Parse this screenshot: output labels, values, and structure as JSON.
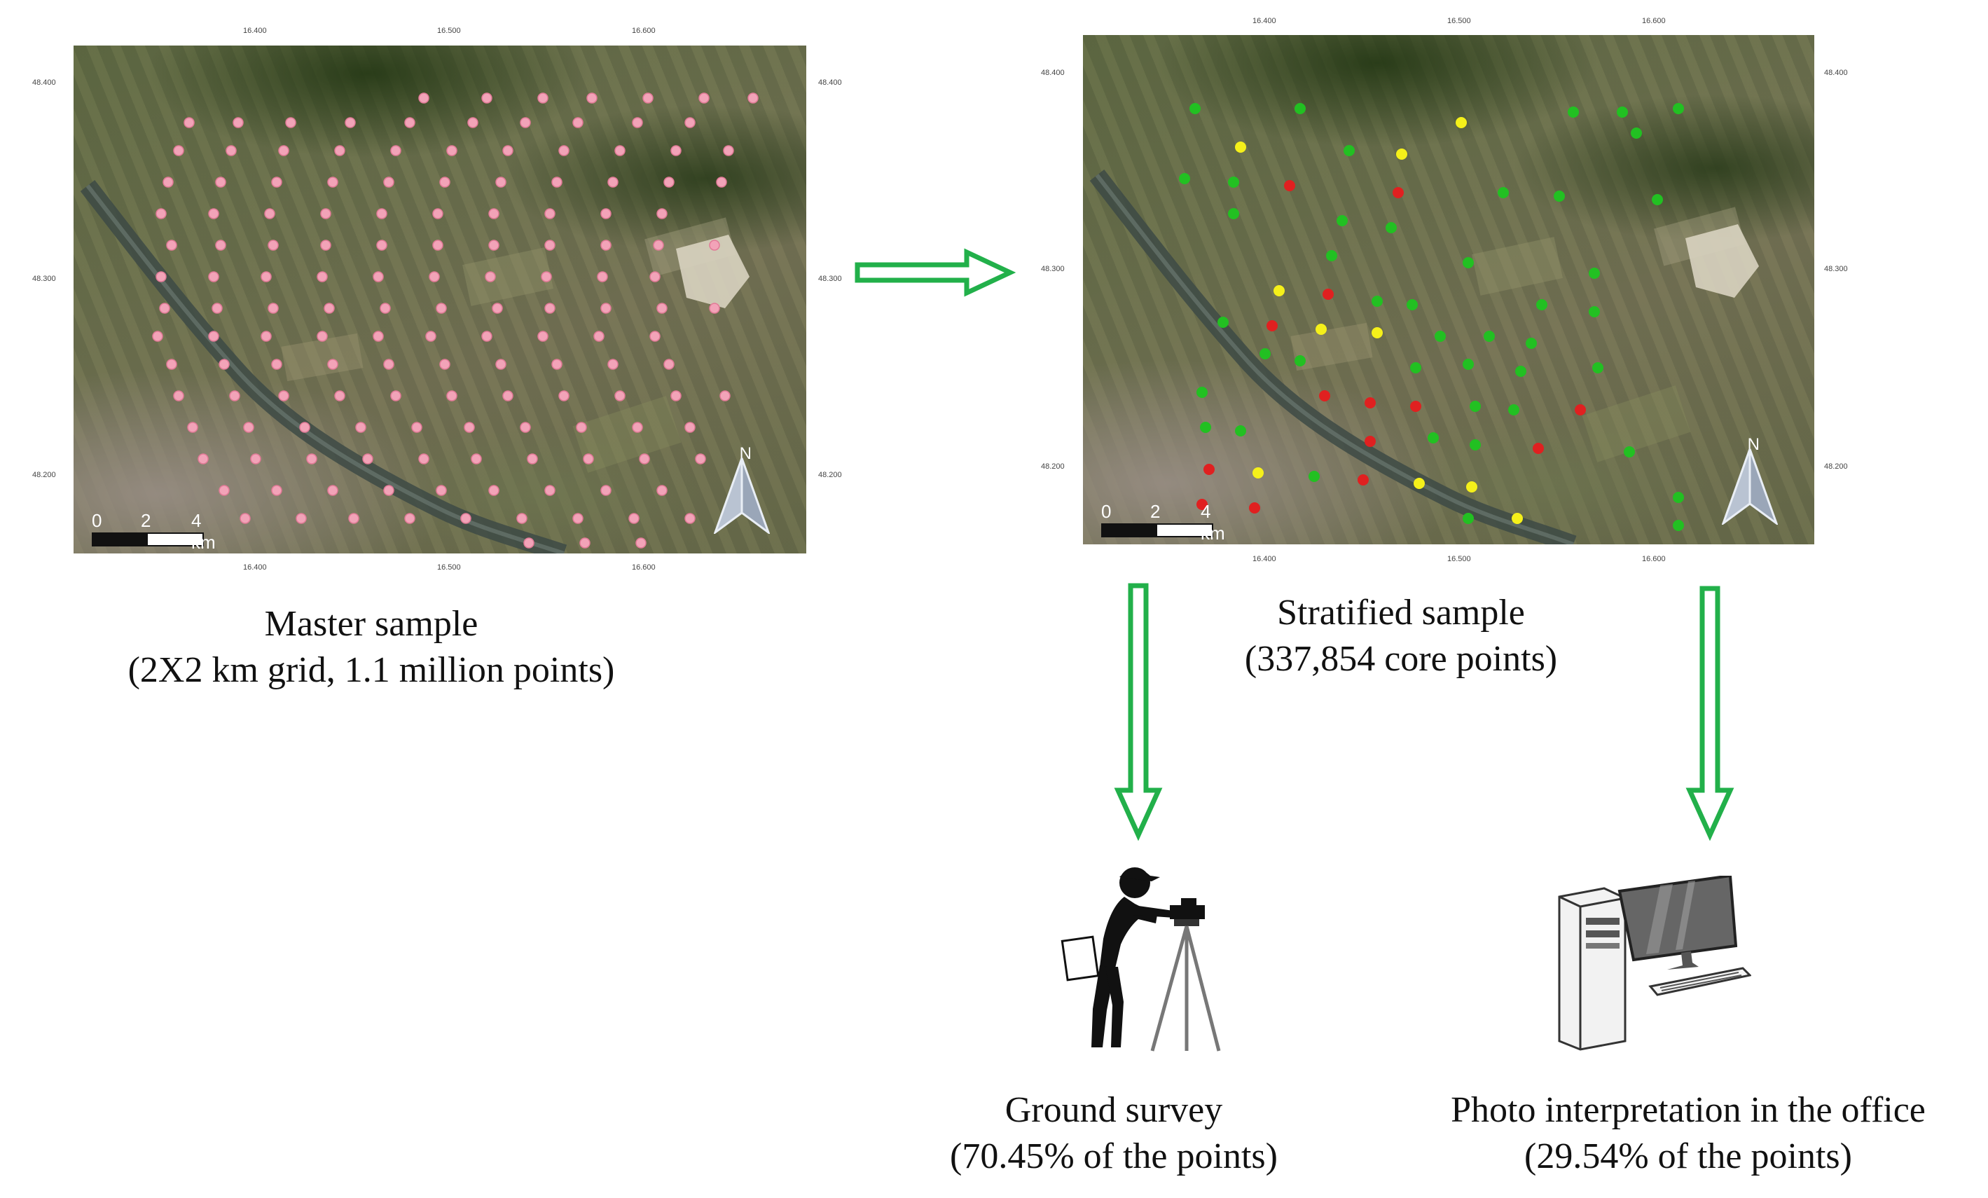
{
  "master": {
    "caption_line1": "Master sample",
    "caption_line2": "(2X2 km grid, 1.1 million points)",
    "point_color": "#f2a3b8"
  },
  "stratified": {
    "caption_line1": "Stratified sample",
    "caption_line2": "(337,854 core points)",
    "colors": {
      "green": "#22c022",
      "yellow": "#f5f01a",
      "red": "#e02020"
    }
  },
  "ground": {
    "caption_line1": "Ground survey",
    "caption_line2": "(70.45% of the points)",
    "icon": "surveyor-with-tripod-icon"
  },
  "office": {
    "caption_line1": "Photo interpretation in the office",
    "caption_line2": "(29.54% of the points)",
    "icon": "desktop-computer-icon"
  },
  "map_axes": {
    "x_ticks": [
      "16.400",
      "16.500",
      "16.600"
    ],
    "y_ticks": [
      "48.400",
      "48.300",
      "48.200"
    ]
  },
  "scalebar": {
    "labels": [
      "0",
      "2",
      "4 km"
    ]
  },
  "north_label": "N",
  "arrow_color": "#22b04a"
}
